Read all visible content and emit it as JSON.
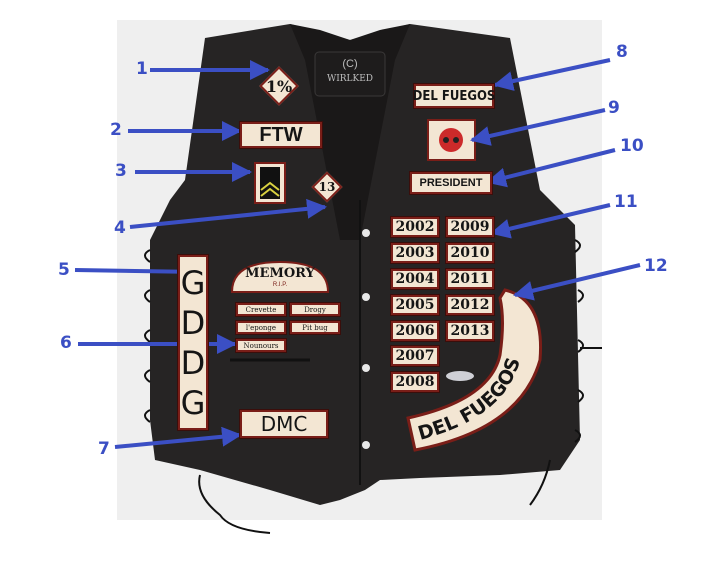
{
  "image": {
    "background_color": "#ffffff",
    "panel_color": "#efefef",
    "vest_color": "#262424",
    "patch_fill": "#f3e6d3",
    "patch_border": "#7a1e18",
    "label_color": "#3b4fc4"
  },
  "vest": {
    "brand_mark": "(C)",
    "brand_name": "WIRLKED"
  },
  "patches": {
    "one_percent": "1%",
    "ftw": "FTW",
    "chevron": "",
    "thirteen": "13",
    "side_rocker": [
      "G",
      "D",
      "D",
      "G"
    ],
    "memory": {
      "title": "MEMORY",
      "subtitle": "R.I.P.",
      "names": [
        "Crevette",
        "Drogy",
        "l'eponge",
        "Pit bug",
        "Nounours"
      ]
    },
    "dmc": "DMC",
    "del_fuegos_top": "DEL FUEGOS",
    "face_logo": "",
    "president": "PRESIDENT",
    "years": [
      "2002",
      "2003",
      "2004",
      "2005",
      "2006",
      "2007",
      "2008",
      "2009",
      "2010",
      "2011",
      "2012",
      "2013"
    ],
    "bottom_rocker": "DEL FUEGOS"
  },
  "labels": [
    {
      "number": "1",
      "target": "1% diamond patch"
    },
    {
      "number": "2",
      "target": "FTW patch"
    },
    {
      "number": "3",
      "target": "chevron patch"
    },
    {
      "number": "4",
      "target": "13 diamond patch"
    },
    {
      "number": "5",
      "target": "GDDG vertical rocker"
    },
    {
      "number": "6",
      "target": "Memory R.I.P. patch"
    },
    {
      "number": "7",
      "target": "DMC patch"
    },
    {
      "number": "8",
      "target": "DEL FUEGOS name patch"
    },
    {
      "number": "9",
      "target": "face logo patch"
    },
    {
      "number": "10",
      "target": "PRESIDENT patch"
    },
    {
      "number": "11",
      "target": "year patches"
    },
    {
      "number": "12",
      "target": "DEL FUEGOS curved rocker"
    }
  ]
}
